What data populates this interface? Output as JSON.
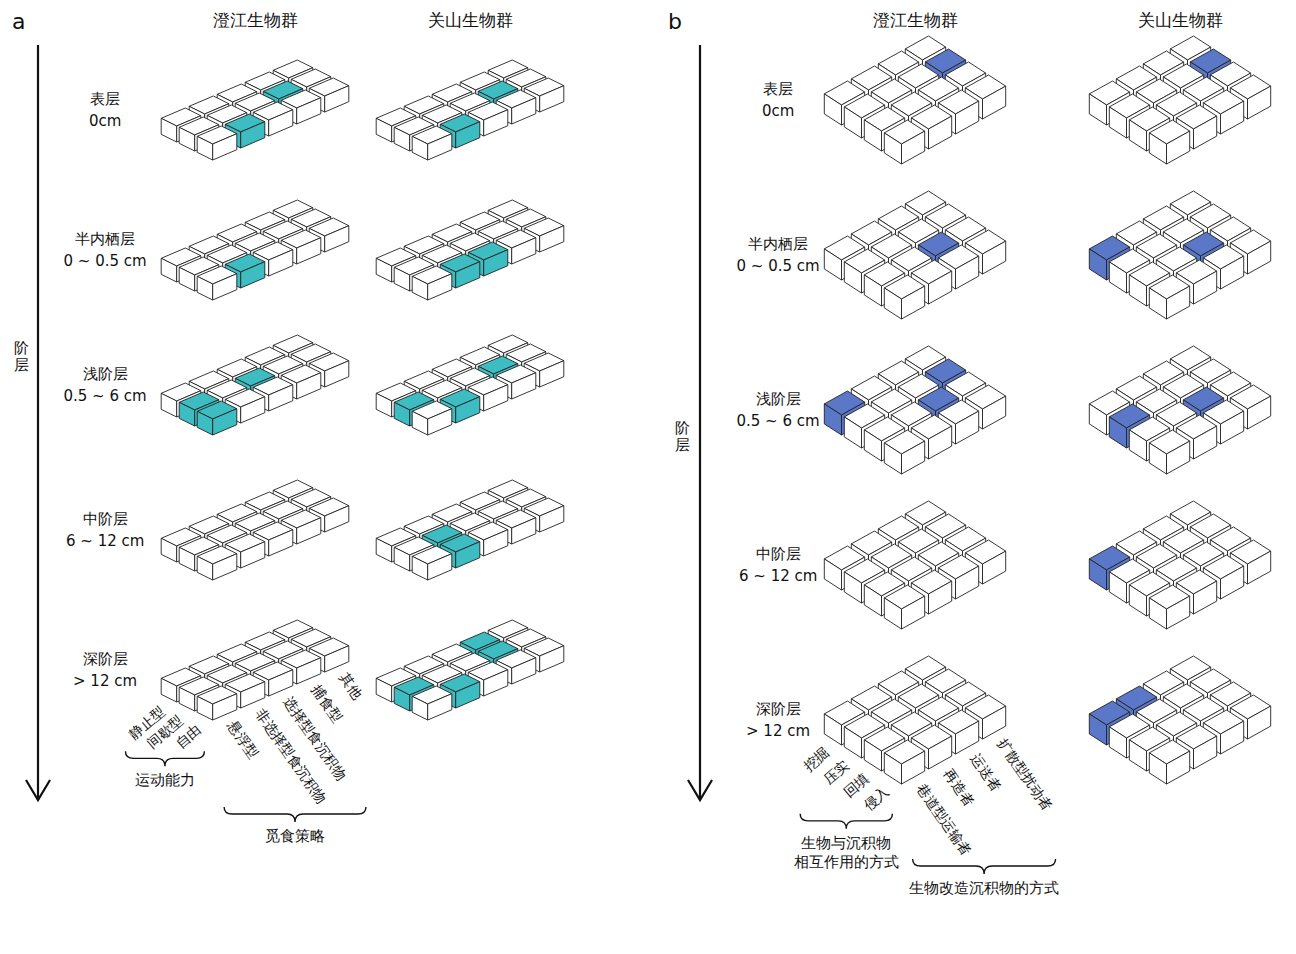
{
  "diagram": {
    "labels": [
      "a",
      "澄江生物群",
      "关山生物群",
      "表层",
      "0cm",
      "半内栖层",
      "0 ~ 0.5 cm",
      "浅阶层",
      "0.5 ~ 6 cm",
      "中阶层",
      "6 ~ 12 cm",
      "深阶层",
      "> 12 cm",
      "阶层",
      "静止型",
      "间歇型",
      "自由",
      "悬浮型",
      "非选择型食沉积物",
      "选择型食沉积物",
      "捕食型",
      "其他",
      "运动能力",
      "觅食策略",
      "b",
      "澄江生物群",
      "关山生物群",
      "表层",
      "0cm",
      "半内栖层",
      "0 ~ 0.5 cm",
      "浅阶层",
      "0.5 ~ 6 cm",
      "中阶层",
      "6 ~ 12 cm",
      "深阶层",
      "> 12 cm",
      "阶层",
      "挖掘",
      "压实",
      "回填",
      "侵入",
      "扩散型扰动者",
      "运送者",
      "再造者",
      "巷道型运输者",
      "生物与沉积物",
      "相互作用的方式",
      "生物改造沉积物的方式"
    ]
  }
}
